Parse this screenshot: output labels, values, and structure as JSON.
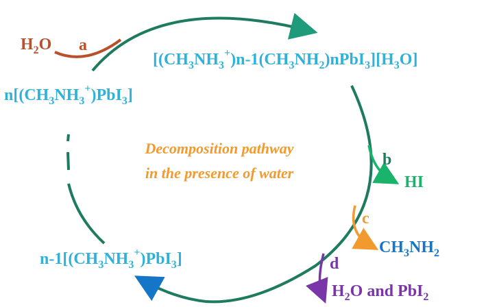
{
  "colors": {
    "cycle": "#1f7b5f",
    "species": "#2fb2d9",
    "water": "#b8502a",
    "hi": "#19b36b",
    "ch3nh2_arrow": "#f29a2e",
    "ch3nh2_text": "#1576c8",
    "final": "#7a35a8",
    "center_text": "#f29a2e"
  },
  "reactant_water": {
    "main": "H",
    "sub": "2",
    "tail": "O"
  },
  "step_labels": {
    "a": "a",
    "b": "b",
    "c": "c",
    "d": "d"
  },
  "species_top": {
    "p1": "[(CH",
    "s1": "3",
    "p2": "NH",
    "s2": "3",
    "sup1": "+",
    "p3": ")n-1(CH",
    "s3": "3",
    "p4": "NH",
    "s4": "2",
    "p5": ")nPbI",
    "s5": "3",
    "p6": "][H",
    "s6": "3",
    "p7": "O]"
  },
  "species_left": {
    "p1": "n[(CH",
    "s1": "3",
    "p2": "NH",
    "s2": "3",
    "sup1": "+",
    "p3": ")PbI",
    "s3": "3",
    "p4": "]"
  },
  "species_bottom": {
    "p1": "n-1[(CH",
    "s1": "3",
    "p2": "NH",
    "s2": "3",
    "sup1": "+",
    "p3": ")PbI",
    "s3": "3",
    "p4": "]"
  },
  "product_hi": "HI",
  "product_ch3nh2": {
    "p1": "CH",
    "s1": "3",
    "p2": "NH",
    "s2": "2"
  },
  "product_final": {
    "p1": "H",
    "s1": "2",
    "p2": "O and PbI",
    "s2": "2"
  },
  "center_text": {
    "line1": "Decomposition pathway",
    "line2": "in the presence of water"
  }
}
